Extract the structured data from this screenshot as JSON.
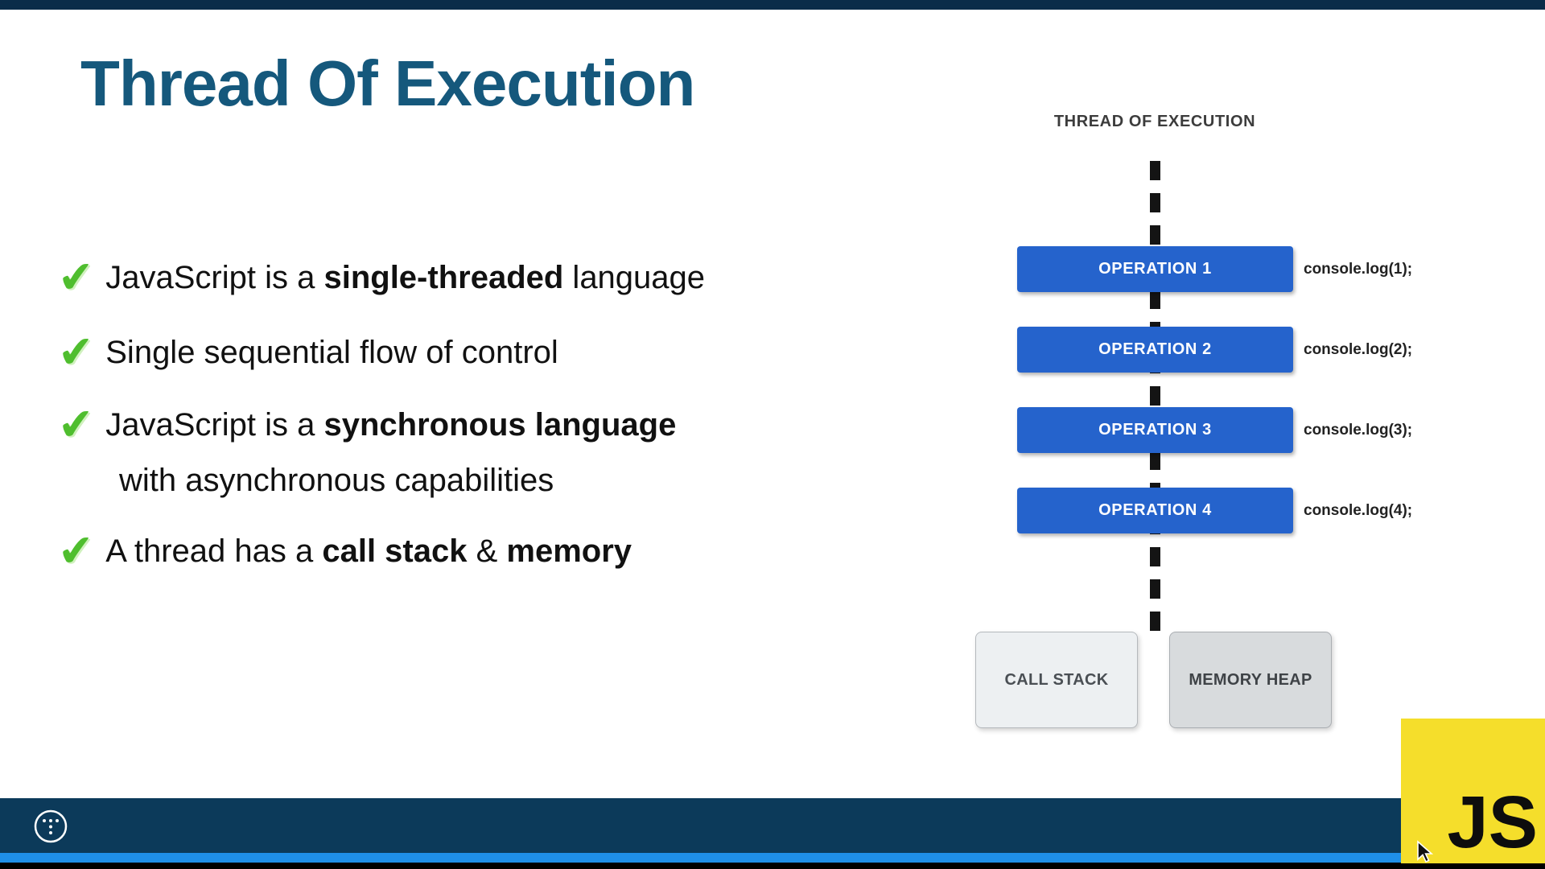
{
  "slide": {
    "title": "Thread Of Execution"
  },
  "bullets": {
    "b1": {
      "pre": "JavaScript is a ",
      "bold": "single-threaded",
      "post": " language"
    },
    "b2": {
      "text": "Single sequential flow of control"
    },
    "b3": {
      "pre": "JavaScript is a ",
      "bold": "synchronous language",
      "line2": "with asynchronous capabilities"
    },
    "b4": {
      "pre": "A thread has a ",
      "bold1": "call stack",
      "mid": " & ",
      "bold2": "memory"
    }
  },
  "diagram": {
    "title": "THREAD OF EXECUTION",
    "operations": [
      {
        "label": "OPERATION 1",
        "code": "console.log(1);"
      },
      {
        "label": "OPERATION 2",
        "code": "console.log(2);"
      },
      {
        "label": "OPERATION 3",
        "code": "console.log(3);"
      },
      {
        "label": "OPERATION 4",
        "code": "console.log(4);"
      }
    ],
    "call_stack": "CALL STACK",
    "memory_heap": "MEMORY HEAP"
  },
  "footer": {
    "js_badge": "JS"
  },
  "icons": {
    "check_glyph": "✔"
  },
  "colors": {
    "title_blue": "#15587c",
    "operation_blue": "#2563cc",
    "footer_navy": "#0c3a5a",
    "accent_strip_blue": "#1f8fe8",
    "js_yellow": "#f5de2b",
    "check_green": "#4fbe2e"
  }
}
